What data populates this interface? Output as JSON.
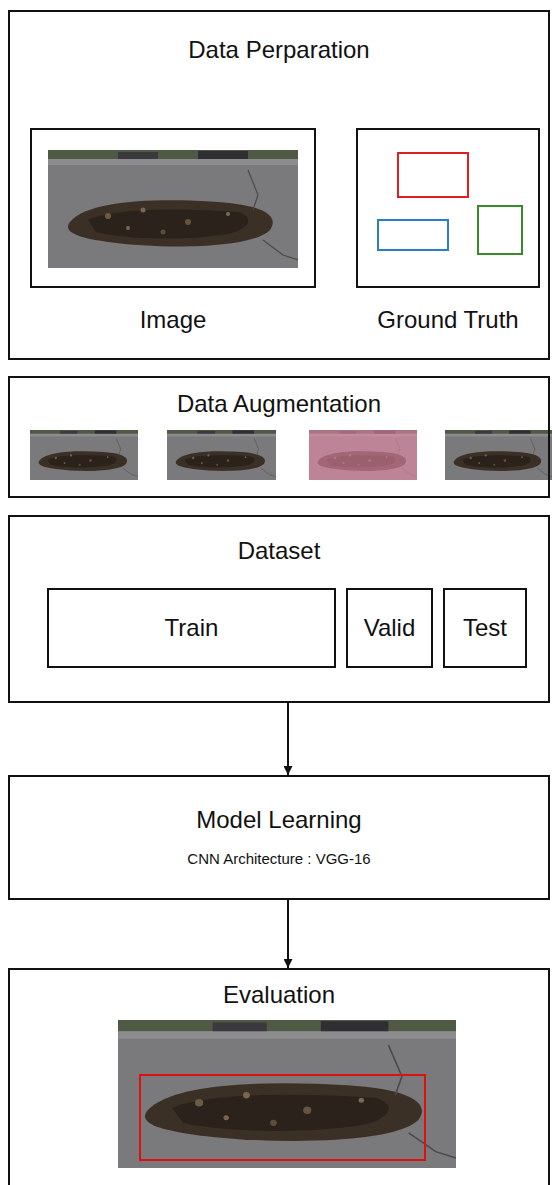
{
  "diagram": {
    "nodes": [
      {
        "text": [
          "Data Perparation"
        ]
      },
      {
        "text": [
          "Image"
        ],
        "in": 0
      },
      {
        "text": [
          "Ground Truth"
        ],
        "in": 0
      },
      {
        "text": [
          "Data Augmentation"
        ]
      },
      {
        "text": [
          "Dataset"
        ]
      },
      {
        "text": [
          "Train"
        ],
        "in": 4
      },
      {
        "text": [
          "Valid"
        ],
        "in": 4
      },
      {
        "text": [
          "Test"
        ],
        "in": 4
      },
      {
        "text": [
          "Model Learning",
          "CNN Architecture : VGG-16"
        ]
      },
      {
        "text": [
          "Evaluation"
        ]
      }
    ],
    "edges": [
      {
        "from": 4,
        "to": 8,
        "arrow": "to"
      },
      {
        "from": 8,
        "to": 9,
        "arrow": "to"
      }
    ]
  }
}
